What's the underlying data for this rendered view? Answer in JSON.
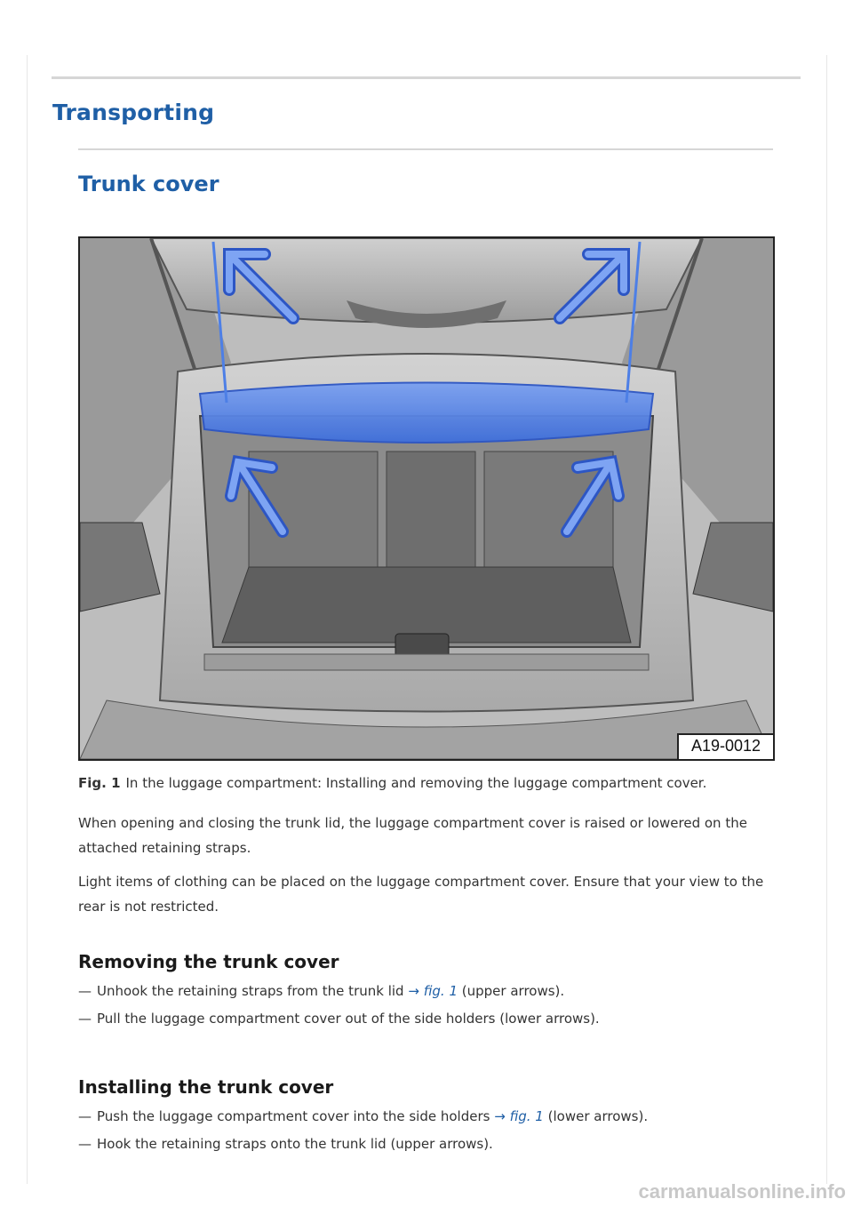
{
  "section_title": "Transporting",
  "subsection_title": "Trunk cover",
  "figure": {
    "code": "A19-0012",
    "label": "Fig.",
    "number": "1",
    "caption": "In the luggage compartment: Installing and removing the luggage compartment cover.",
    "highlight_color": "#4d7fe6"
  },
  "paragraphs": [
    "When opening and closing the trunk lid, the luggage compartment cover is raised or lowered on the attached retaining straps.",
    "Light items of clothing can be placed on the luggage compartment cover. Ensure that your view to the rear is not restricted."
  ],
  "removing": {
    "heading": "Removing the trunk cover",
    "steps": [
      {
        "dash": "—",
        "before": "Unhook the retaining straps from the trunk lid",
        "arrow": "→",
        "ref": "fig. 1",
        "after": "(upper arrows)."
      },
      {
        "dash": "—",
        "text": "Pull the luggage compartment cover out of the side holders (lower arrows)."
      }
    ]
  },
  "installing": {
    "heading": "Installing the trunk cover",
    "steps": [
      {
        "dash": "—",
        "before": "Push the luggage compartment cover into the side holders",
        "arrow": "→",
        "ref": "fig. 1",
        "after": "(lower arrows)."
      },
      {
        "dash": "—",
        "text": "Hook the retaining straps onto the trunk lid (upper arrows)."
      }
    ]
  },
  "watermark": "carmanualsonline.info",
  "colors": {
    "heading": "#1f5fa6",
    "rule": "#d6d6d6"
  }
}
